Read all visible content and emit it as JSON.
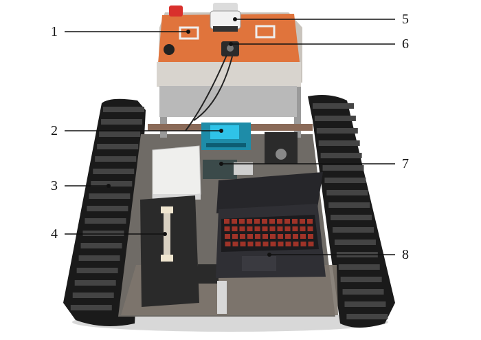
{
  "callouts": {
    "c1": "1",
    "c2": "2",
    "c3": "3",
    "c4": "4",
    "c5": "5",
    "c6": "6",
    "c7": "7",
    "c8": "8"
  },
  "colors": {
    "track": "#1a1a1a",
    "track_pad": "#444444",
    "chassis": "#6f6b66",
    "top_box": "#e0743c",
    "controller_board": "#1e8ca8",
    "battery": "#2a2a2a",
    "laptop": "#26262a",
    "keyboard_backlight": "#c0392b",
    "beacon": "#d9302c"
  },
  "icons": {
    "lidar": "lidar-sensor-icon",
    "camera": "camera-icon",
    "handle": "handle-icon"
  }
}
